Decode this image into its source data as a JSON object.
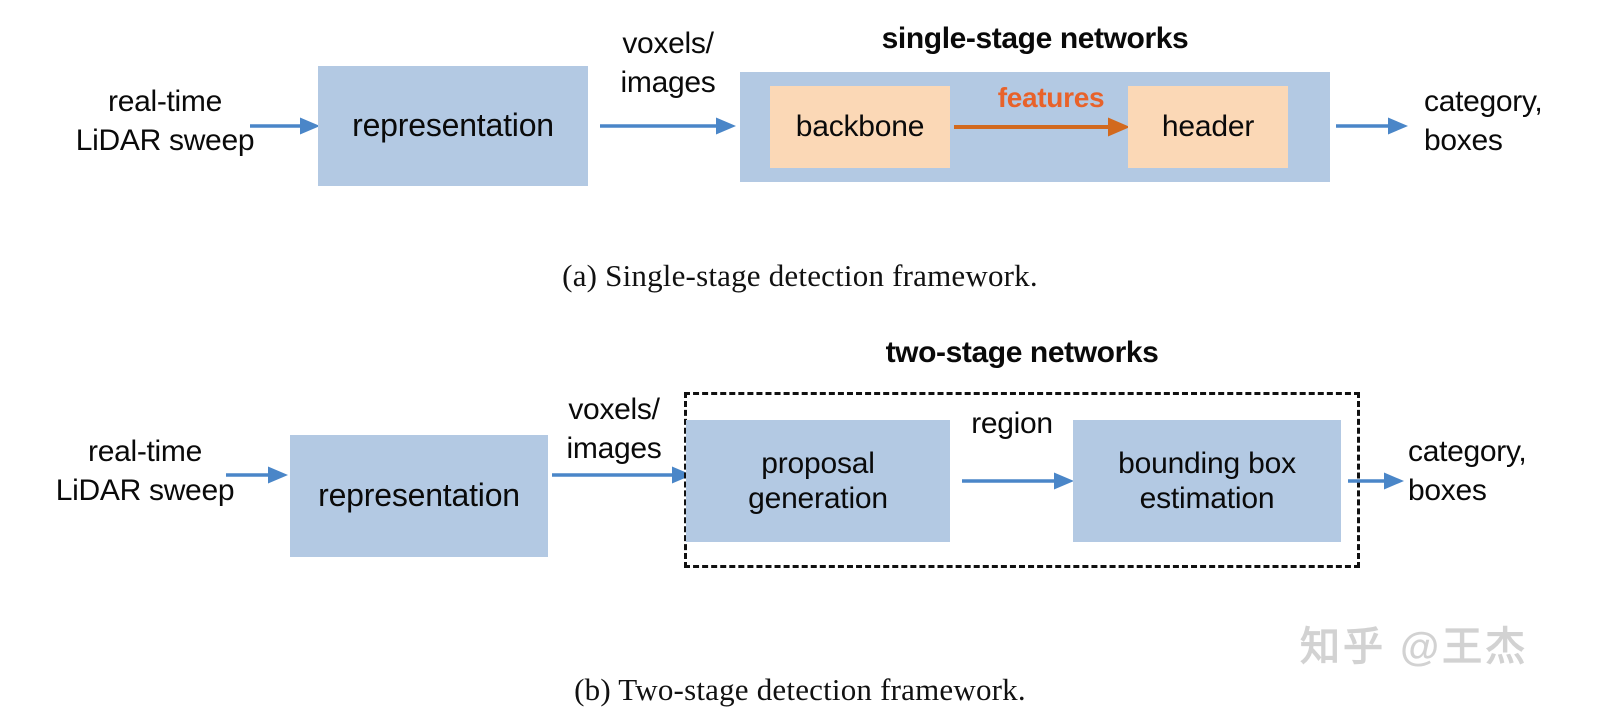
{
  "figure": {
    "colors": {
      "blue_fill": "#b3c9e3",
      "orange_fill": "#fbd8b6",
      "blue_arrow": "#4a86c8",
      "orange_arrow": "#d2691e",
      "features_text": "#e8622a",
      "dashed_border": "#111111",
      "watermark": "#d2d2d2",
      "background": "#ffffff"
    },
    "panels": [
      {
        "id": "single-stage",
        "group_title": "single-stage networks",
        "caption": "(a) Single-stage detection framework.",
        "input_label": "real-time\nLiDAR sweep",
        "edge_label_1": "voxels/\nimages",
        "stage_1": "representation",
        "inner_block_1": "backbone",
        "inner_edge_label": "features",
        "inner_block_2": "header",
        "output_label": "category,\nboxes"
      },
      {
        "id": "two-stage",
        "group_title": "two-stage networks",
        "caption": "(b) Two-stage detection framework.",
        "input_label": "real-time\nLiDAR sweep",
        "edge_label_1": "voxels/\nimages",
        "stage_1": "representation",
        "inner_block_1": "proposal\ngeneration",
        "inner_edge_label": "region",
        "inner_block_2": "bounding box\nestimation",
        "output_label": "category,\nboxes"
      }
    ],
    "watermark": "知乎 @王杰"
  }
}
